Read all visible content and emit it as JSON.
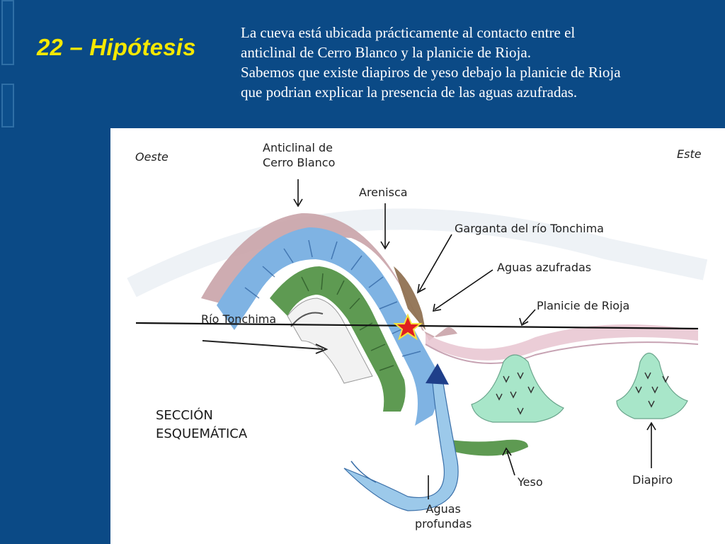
{
  "slide": {
    "title": "22 – Hipótesis",
    "description_lines": [
      "La cueva está ubicada prácticamente al contacto entre el",
      "anticlinal de Cerro Blanco y la planicie de Rioja.",
      "Sabemos que existe diapiros de yeso debajo la planicie de Rioja",
      "que podrian explicar la presencia de las aguas azufradas."
    ]
  },
  "diagram": {
    "labels": {
      "west": "Oeste",
      "east": "Este",
      "anticline_line1": "Anticlinal de",
      "anticline_line2": "Cerro Blanco",
      "sandstone": "Arenisca",
      "gorge": "Garganta del río Tonchima",
      "sulfur_waters": "Aguas azufradas",
      "plain": "Planicie de Rioja",
      "river": "Río Tonchima",
      "section_line1": "SECCIÓN",
      "section_line2": "ESQUEMÁTICA",
      "gypsum": "Yeso",
      "diapir": "Diapiro",
      "deep_waters_line1": "Aguas",
      "deep_waters_line2": "profundas"
    },
    "colors": {
      "outer_layer": "#c9a3a8",
      "blue_layer": "#7fb3e3",
      "green_layer": "#5e9a52",
      "diapir": "#a8e6c9",
      "deep_water": "#9cc9ea",
      "star": "#e02020"
    }
  }
}
